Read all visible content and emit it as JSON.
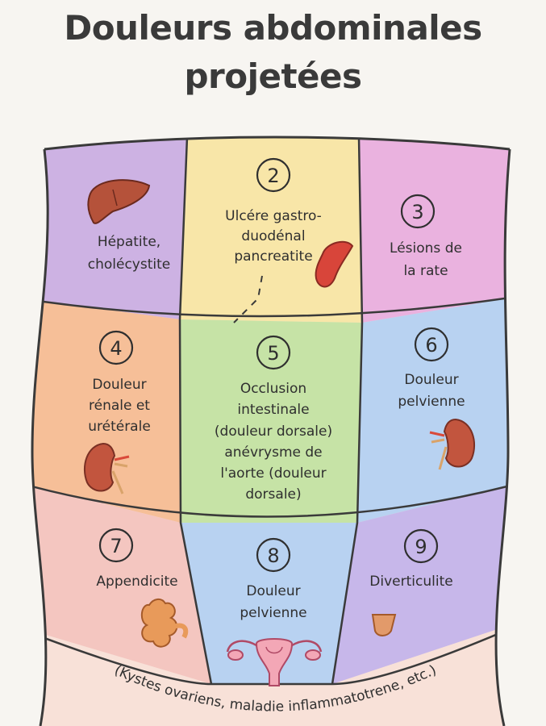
{
  "title_line1": "Douleurs abdominales",
  "title_line2": "projetées",
  "regions": [
    {
      "number": "",
      "lines": [
        "Hépatite,",
        "cholécystite"
      ],
      "color": "#cdb2e3"
    },
    {
      "number": "2",
      "lines": [
        "Ulcére gastro-",
        "duodénal",
        "pancreatite"
      ],
      "color": "#f8e6a8"
    },
    {
      "number": "3",
      "lines": [
        "Lésions de",
        "la rate"
      ],
      "color": "#eab2df"
    },
    {
      "number": "4",
      "lines": [
        "Douleur",
        "rénale et",
        "urétérale"
      ],
      "color": "#f6bf98"
    },
    {
      "number": "5",
      "lines": [
        "Occlusion",
        "intestinale",
        "(douleur dorsale)",
        "anévrysme de",
        "l'aorte (douleur",
        "dorsale)"
      ],
      "color": "#c6e3a6"
    },
    {
      "number": "6",
      "lines": [
        "Douleur",
        "pelvienne"
      ],
      "color": "#b8d2f1"
    },
    {
      "number": "7",
      "lines": [
        "Appendicite"
      ],
      "color": "#f4c6c0"
    },
    {
      "number": "8",
      "lines": [
        "Douleur",
        "pelvienne"
      ],
      "color": "#b8d2f1"
    },
    {
      "number": "9",
      "lines": [
        "Diverticulite"
      ],
      "color": "#c7b7ea"
    }
  ],
  "footnote": "(Kystes ovariens, maladie inflammatotrene, etc.)",
  "icons": [
    "liver-icon",
    "pancreas-icon",
    "kidney-icon",
    "kidney-icon",
    "intestine-icon",
    "uterus-icon",
    "colon-icon"
  ],
  "colors": {
    "outline": "#3a3a3a",
    "skin": "#f8e1d8",
    "background": "#f7f5f1"
  }
}
